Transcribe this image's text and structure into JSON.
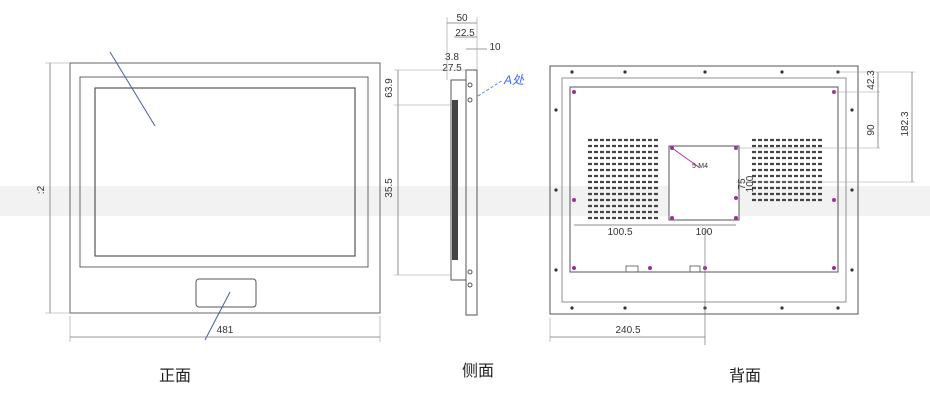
{
  "captions": {
    "front": "正面",
    "side": "侧面",
    "back": "背面"
  },
  "front": {
    "width_dim": "481",
    "height_dim": ":2"
  },
  "side": {
    "depth_dim": "50",
    "d1": "22.5",
    "d2": "10",
    "d3": "3.8",
    "d4": "27.5",
    "offset_dim": "63.9",
    "screen_dim": "35.5",
    "callout": "A处"
  },
  "back": {
    "width_dim": "240.5",
    "right_dim_1": "42.3",
    "right_dim_2": "90",
    "right_dim_3": "182.3",
    "vesa_h": "100",
    "vesa_left": "100.5",
    "vesa_v1": "75",
    "vesa_v2": "100",
    "vesa_label": "5-M4"
  },
  "colors": {
    "line": "#555555",
    "dim": "#7a7a7a",
    "hole": "#9b2f9b",
    "accent": "#3a66ff"
  }
}
